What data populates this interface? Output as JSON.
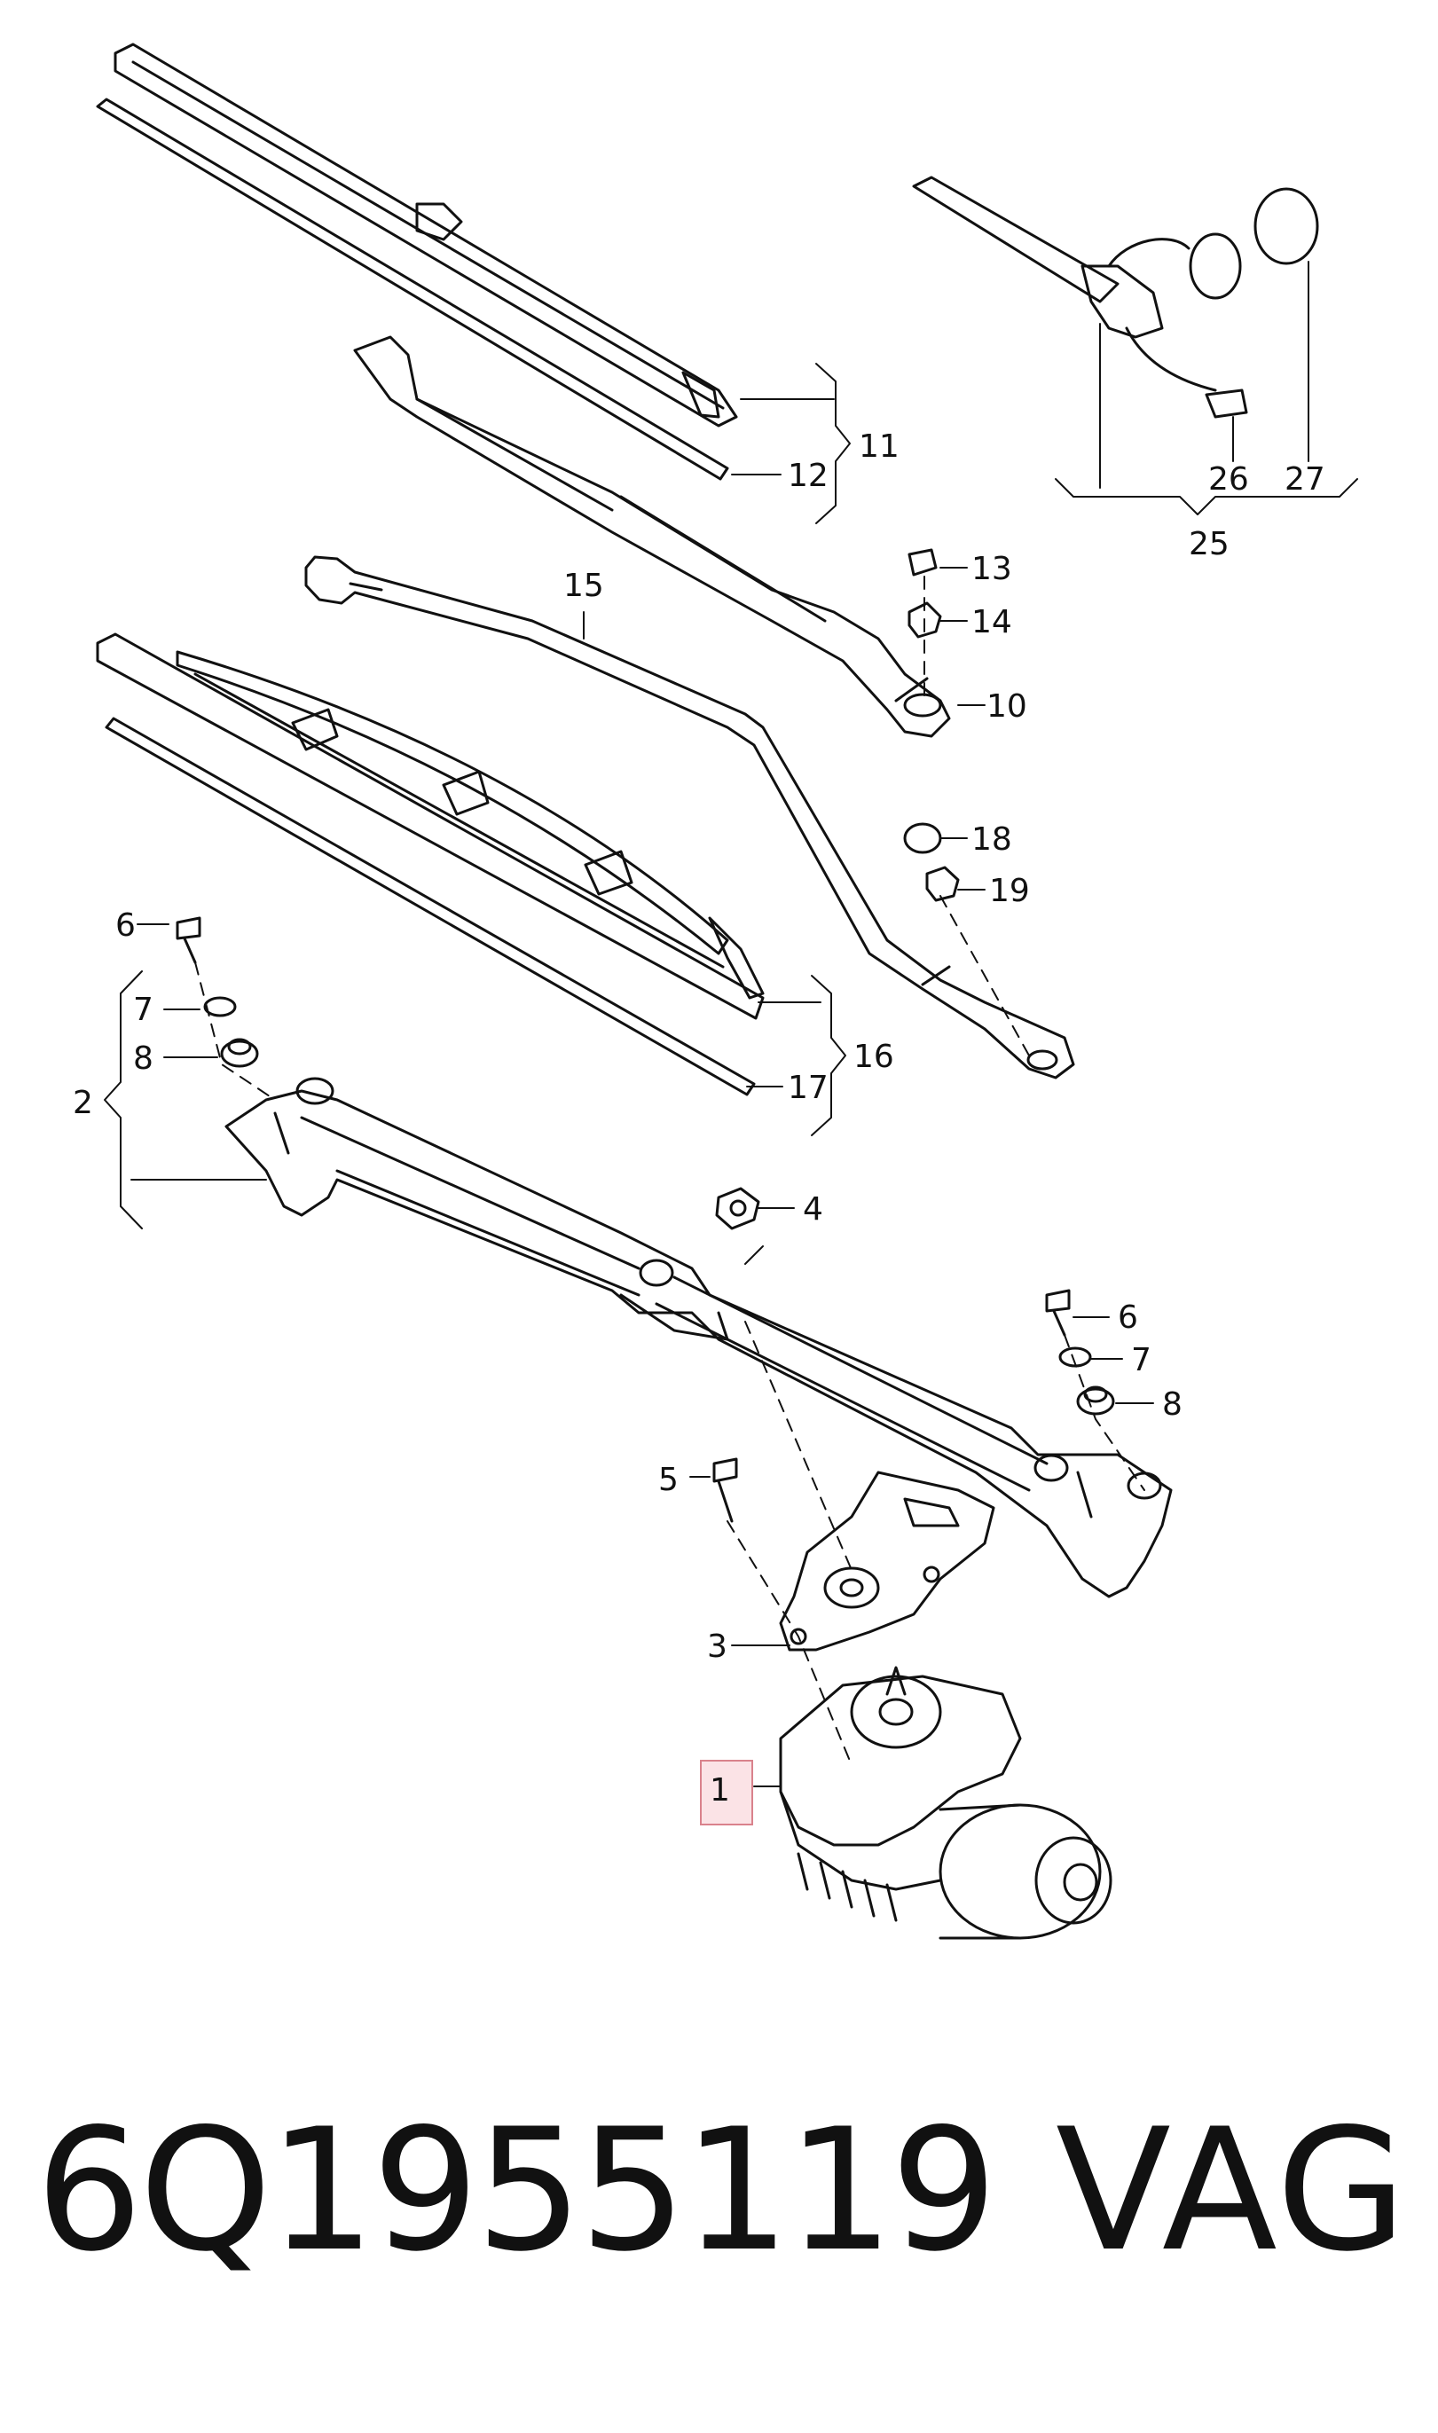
{
  "callouts": {
    "c1": "1",
    "c2": "2",
    "c3": "3",
    "c4": "4",
    "c5": "5",
    "c6a": "6",
    "c6b": "6",
    "c7a": "7",
    "c7b": "7",
    "c8a": "8",
    "c8b": "8",
    "c10": "10",
    "c11": "11",
    "c12": "12",
    "c13": "13",
    "c14": "14",
    "c15": "15",
    "c16": "16",
    "c17": "17",
    "c18": "18",
    "c19": "19",
    "c25": "25",
    "c26": "26",
    "c27": "27"
  },
  "caption": {
    "part_number": "6Q1955119",
    "brand": "VAG"
  },
  "colors": {
    "line": "#111111",
    "highlight_fill": "#fbe3e6",
    "highlight_stroke": "#d9828c"
  }
}
